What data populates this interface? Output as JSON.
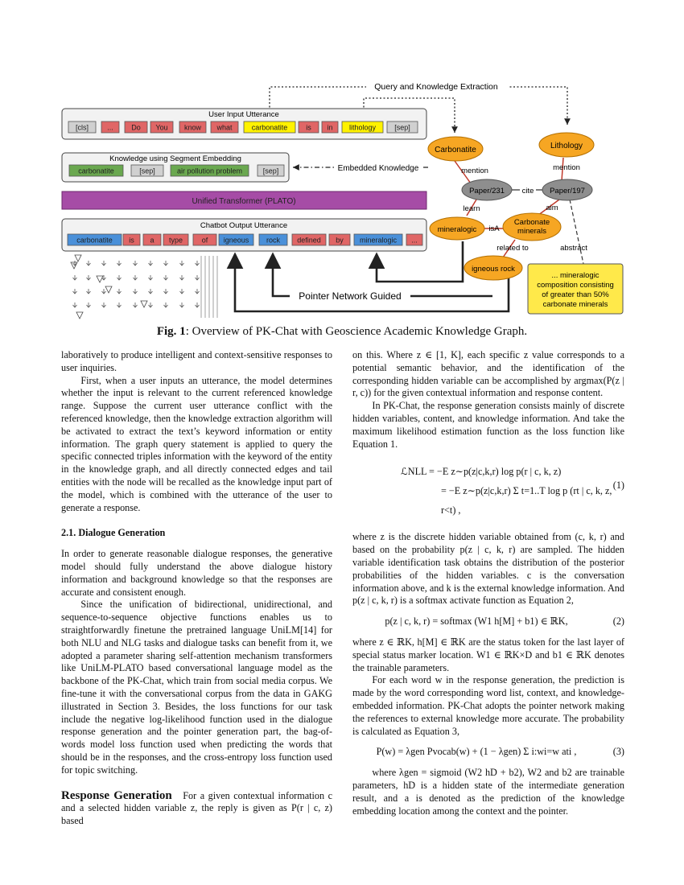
{
  "figure": {
    "query_label": "Query and Knowledge Extraction",
    "user_input": {
      "title": "User Input Utterance",
      "tokens": [
        "[cls]",
        "...",
        "Do",
        "You",
        "know",
        "what",
        "carbonatite",
        "is",
        "in",
        "lithology",
        "[sep]"
      ]
    },
    "knowledge": {
      "title": "Knowledge using Segment Embedding",
      "tokens": [
        "carbonatite",
        "[sep]",
        "air pollution problem",
        "[sep]"
      ]
    },
    "embedded_label": "Embedded Knowledge",
    "transformer": "Unified Transformer (PLATO)",
    "output": {
      "title": "Chatbot Output Utterance",
      "tokens": [
        "carbonatite",
        "is",
        "a",
        "type",
        "of",
        "igneous",
        "rock",
        "defined",
        "by",
        "mineralogic",
        "..."
      ]
    },
    "pointer_label": "Pointer Network Guided",
    "graph": {
      "carbonatite": "Carbonatite",
      "lithology": "Lithology",
      "mention1": "mention",
      "mention2": "mention",
      "paper1": "Paper/231",
      "paper2": "Paper/197",
      "cite": "cite",
      "learn": "learn",
      "aim": "aim",
      "mineralogic": "mineralogic",
      "isA": "isA",
      "carbonate_minerals": [
        "Carbonate",
        "minerals"
      ],
      "related_to": "related to",
      "abstract": "abstract",
      "igneous_rock": "igneous rock",
      "abstract_text": [
        "... mineralogic",
        "composition consisting",
        "of greater than 50%",
        "carbonate minerals"
      ]
    },
    "colors": {
      "red": "#e06666",
      "green": "#6aa84f",
      "blue": "#4a90d9",
      "yellow": "#fff200",
      "purple": "#a64ca6",
      "orange": "#f6a623",
      "gray": "#9a9a9a"
    }
  },
  "caption": {
    "label": "Fig. 1",
    "text": ": Overview of PK-Chat with Geoscience Academic Knowledge Graph."
  },
  "left": {
    "p1": "laboratively to produce intelligent and context-sensitive responses to user inquiries.",
    "p2": "First, when a user inputs an utterance, the model determines whether the input is relevant to the current referenced knowledge range. Suppose the current user utterance conflict with the referenced knowledge, then the knowledge extraction algorithm will be activated to extract the text’s keyword information or entity information. The graph query statement is applied to query the specific connected triples information with the keyword of the entity in the knowledge graph, and all directly connected edges and tail entities with the node will be recalled as the knowledge input part of the model, which is combined with the utterance of the user to generate a response.",
    "heading": "2.1.  Dialogue Generation",
    "p3": "In order to generate reasonable dialogue responses, the generative model should fully understand the above dialogue history information and background knowledge so that the responses are accurate and consistent enough.",
    "p4": "Since the unification of bidirectional, unidirectional, and sequence-to-sequence objective functions enables us to straightforwardly finetune the pretrained language UniLM[14] for both NLU and NLG tasks and dialogue tasks can benefit from it, we adopted a parameter sharing self-attention mechanism transformers like UniLM-PLATO based conversational language model as the backbone of the PK-Chat, which train from social media corpus. We fine-tune it with the conversational corpus from the data in GAKG illustrated in Section 3. Besides, the loss functions for our task include the negative log-likelihood function used in the dialogue response generation and the pointer generation part, the bag-of-words model loss function used when predicting the words that should be in the responses, and the cross-entropy loss function used for topic switching.",
    "rg_heading": "Response Generation",
    "rg_text": "For a given contextual information c and a selected hidden variable z, the reply is given as P(r | c, z) based"
  },
  "right": {
    "p1": "on this. Where z ∈ [1, K], each specific z value corresponds to a potential semantic behavior, and the identification of the corresponding hidden variable can be accomplished by argmax(P(z | r, c)) for the given contextual information and response content.",
    "p2": "In PK-Chat, the response generation consists mainly of discrete hidden variables, content, and knowledge information. And take the maximum likelihood estimation function as the loss function like Equation 1.",
    "eq1_line1": "ℒNLL = −E z∼p(z|c,k,r) log p(r | c, k, z)",
    "eq1_line2": "= −E z∼p(z|c,k,r) Σ t=1..T log p (rt | c, k, z, r<t) ,",
    "eq1_num": "(1)",
    "p3": "where z is the discrete hidden variable obtained from (c, k, r) and based on the probability p(z | c, k, r) are sampled. The hidden variable identification task obtains the distribution of the posterior probabilities of the hidden variables. c is the conversation information above, and k is the external knowledge information. And p(z | c, k, r) is a softmax activate function as Equation 2,",
    "eq2": "p(z | c, k, r) = softmax (W1 h[M] + b1) ∈ ℝK,",
    "eq2_num": "(2)",
    "p4": "where z ∈ ℝK, h[M] ∈ ℝK are the status token for the last layer of special status marker location. W1 ∈ ℝK×D and b1 ∈ ℝK denotes the trainable parameters.",
    "p5": "For each word w in the response generation, the prediction is made by the word corresponding word list, context, and knowledge-embedded information. PK-Chat adopts the pointer network making the references to external knowledge more accurate. The probability is calculated as Equation 3,",
    "eq3": "P(w) = λgen Pvocab(w) + (1 − λgen) Σ i:wi=w ati ,",
    "eq3_num": "(3)",
    "p6": "where λgen = sigmoid (W2 hD + b2), W2 and b2 are trainable parameters, hD is a hidden state of the intermediate generation result, and a is denoted as the prediction of the knowledge embedding location among the context and the pointer."
  }
}
